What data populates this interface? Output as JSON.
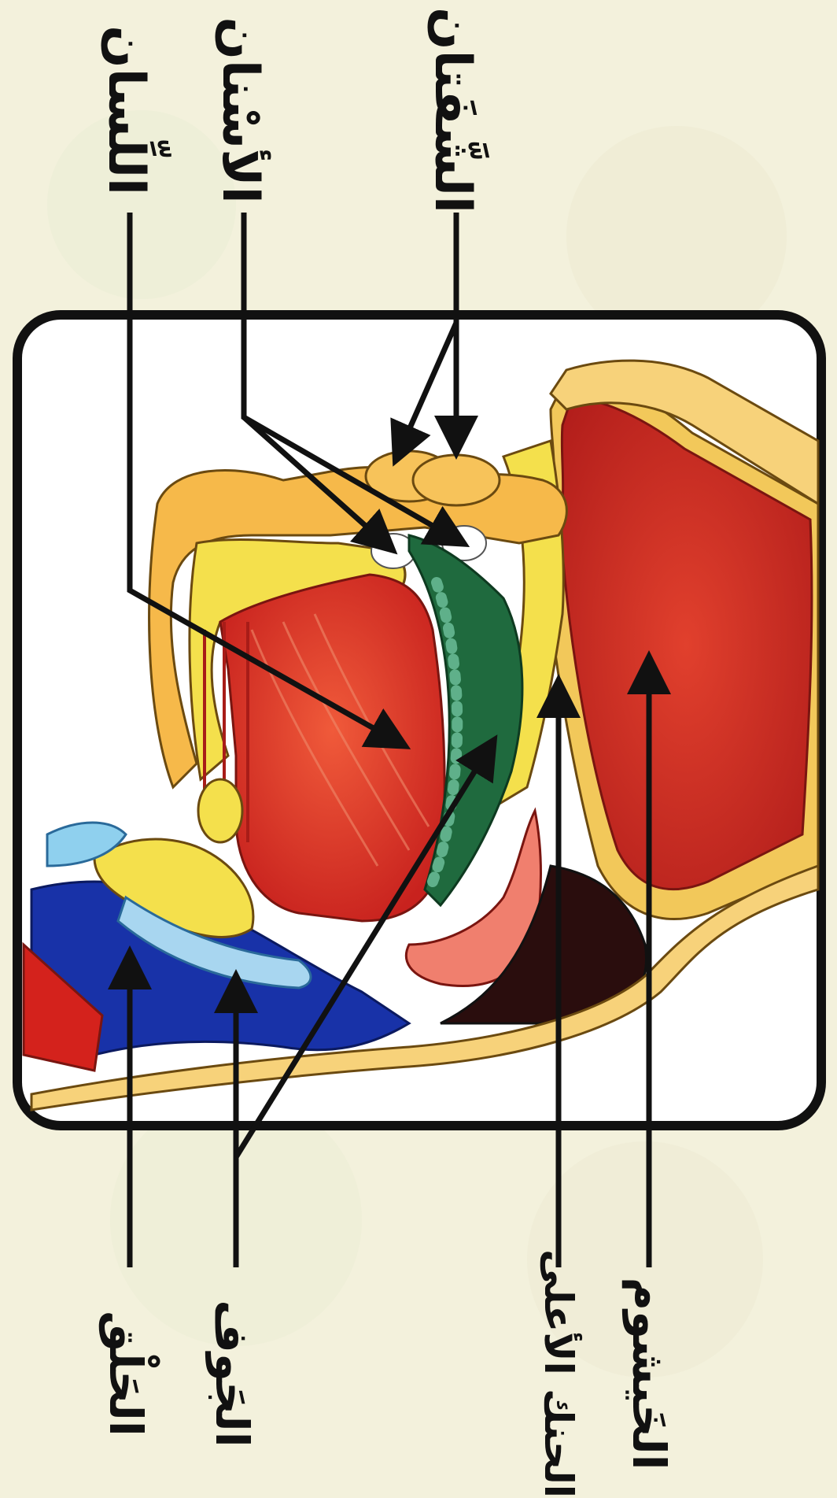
{
  "labels": {
    "shafatan": "الشَّفَتان",
    "asnan": "الأسْنان",
    "lisan": "اللِّسان",
    "khayshum": "الخَيشوم",
    "hanak": "الحنك الأعلى",
    "jawf": "الجَوف",
    "halq": "الحَلْق"
  }
}
